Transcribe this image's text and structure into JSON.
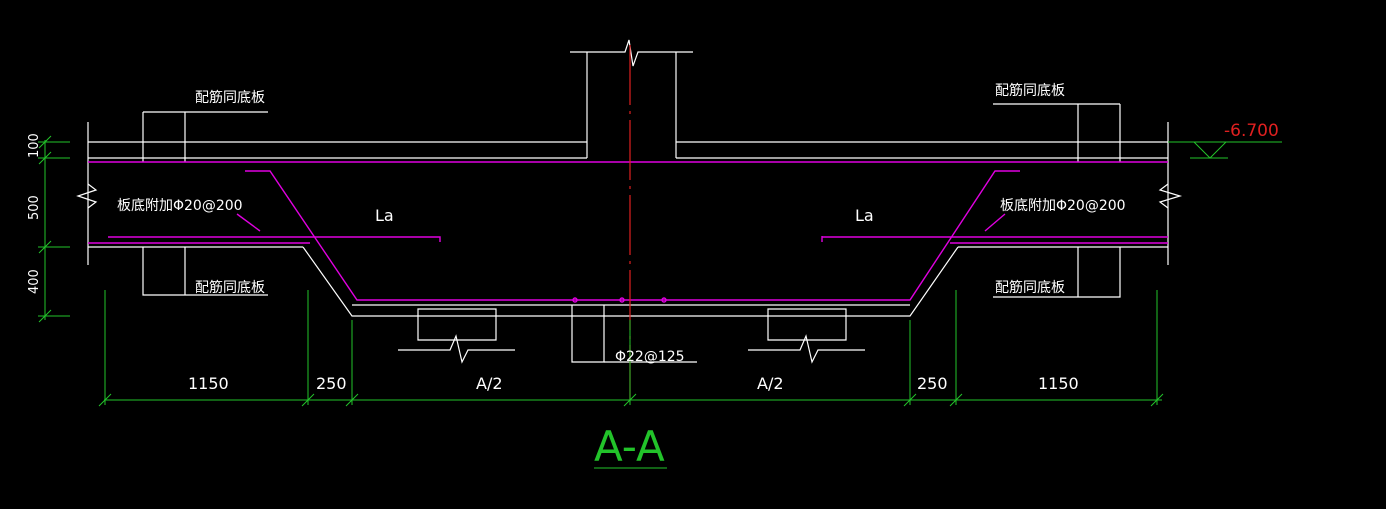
{
  "colors": {
    "background": "#000000",
    "structure": "#ffffff",
    "rebar": "#e000e0",
    "dimension": "#22c32a",
    "centerline": "#e02020",
    "title": "#22c32a"
  },
  "drawing": {
    "section_title": "A-A",
    "elevation": "-6.700",
    "labels": {
      "top_left": "配筋同底板",
      "top_right": "配筋同底板",
      "bottom_left": "配筋同底板",
      "bottom_right": "配筋同底板",
      "add_left": "板底附加Φ20@200",
      "add_right": "板底附加Φ20@200",
      "la_left": "La",
      "la_right": "La",
      "bottom_bar": "Φ22@125"
    },
    "horizontal_dims": [
      "1150",
      "250",
      "A/2",
      "A/2",
      "250",
      "1150"
    ],
    "vertical_dims": [
      "100",
      "500",
      "400"
    ]
  }
}
